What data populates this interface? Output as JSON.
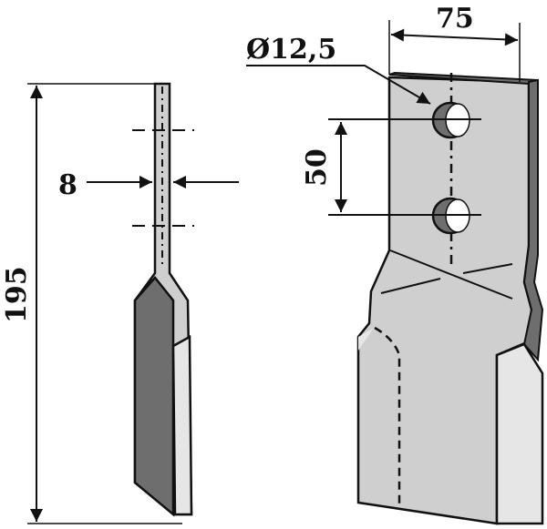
{
  "drawing": {
    "dimensions": {
      "height": "195",
      "thickness": "8",
      "width": "75",
      "hole_diameter": "Ø12,5",
      "hole_spacing": "50"
    },
    "colors": {
      "line": "#111111",
      "body": "#cfcfcf",
      "edge_dark": "#6e6e6e",
      "facet_light": "#e6e6e6",
      "hole": "#ffffff"
    }
  }
}
